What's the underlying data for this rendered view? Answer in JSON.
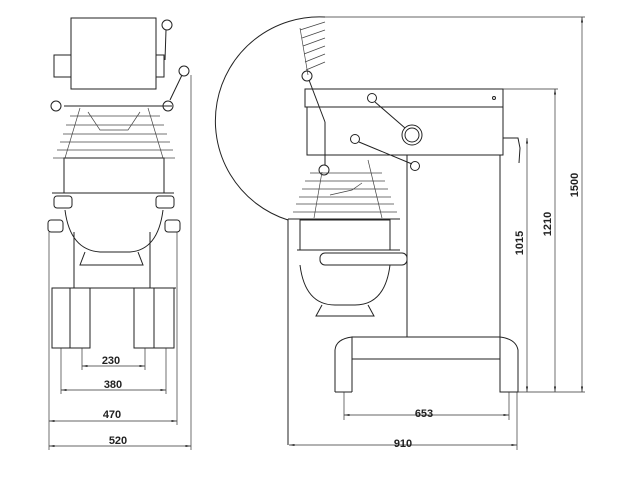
{
  "front_view": {
    "dimensions": {
      "foot_inner": "230",
      "foot_outer": "380",
      "body_width": "470",
      "overall_width": "520"
    }
  },
  "side_view": {
    "dimensions": {
      "base_depth": "653",
      "overall_depth": "910",
      "bowl_height": "1015",
      "head_height": "1210",
      "overall_height": "1500"
    }
  }
}
